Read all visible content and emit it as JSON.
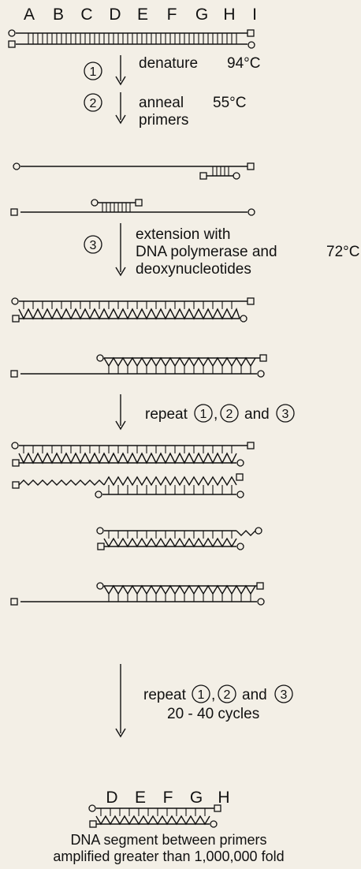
{
  "top_letters": [
    "A",
    "B",
    "C",
    "D",
    "E",
    "F",
    "G",
    "H",
    "I"
  ],
  "step1": {
    "num": "1",
    "label": "denature",
    "temp": "94°C"
  },
  "step2": {
    "num": "2",
    "label_line1": "anneal",
    "label_line2": "primers",
    "temp": "55°C"
  },
  "step3": {
    "num": "3",
    "label_line1": "extension with",
    "label_line2": "DNA polymerase and",
    "label_line3": "deoxynucleotides",
    "temp": "72°C"
  },
  "repeat1": {
    "prefix": "repeat",
    "n1": "1",
    "n2": "2",
    "and": "and",
    "n3": "3"
  },
  "repeat2": {
    "prefix": "repeat",
    "n1": "1",
    "n2": "2",
    "and": "and",
    "n3": "3",
    "cycles": "20 - 40 cycles"
  },
  "product_letters": [
    "D",
    "E",
    "F",
    "G",
    "H"
  ],
  "caption": {
    "line1": "DNA segment between primers",
    "line2": "amplified greater than 1,000,000 fold"
  },
  "colors": {
    "ink": "#111111",
    "paper": "#f3efe6"
  }
}
